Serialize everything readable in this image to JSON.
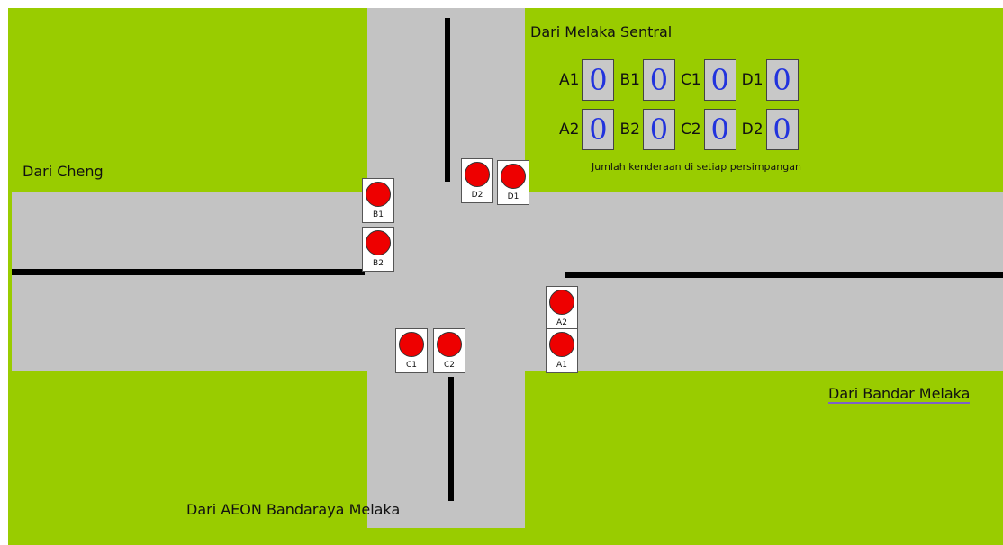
{
  "scene": {
    "colors": {
      "grass": "#99cc00",
      "road": "#c3c3c3",
      "light_red": "#ee0000",
      "counter_digit": "#2233dd"
    }
  },
  "directions": {
    "north": "Dari Melaka Sentral",
    "west": "Dari Cheng",
    "east": "Dari Bandar Melaka",
    "south": "Dari AEON Bandaraya Melaka"
  },
  "lights": {
    "A1": "A1",
    "A2": "A2",
    "B1": "B1",
    "B2": "B2",
    "C1": "C1",
    "C2": "C2",
    "D1": "D1",
    "D2": "D2"
  },
  "counters": {
    "row1": [
      {
        "label": "A1",
        "value": "0"
      },
      {
        "label": "B1",
        "value": "0"
      },
      {
        "label": "C1",
        "value": "0"
      },
      {
        "label": "D1",
        "value": "0"
      }
    ],
    "row2": [
      {
        "label": "A2",
        "value": "0"
      },
      {
        "label": "B2",
        "value": "0"
      },
      {
        "label": "C2",
        "value": "0"
      },
      {
        "label": "D2",
        "value": "0"
      }
    ],
    "caption": "Jumlah kenderaan di setiap persimpangan"
  }
}
